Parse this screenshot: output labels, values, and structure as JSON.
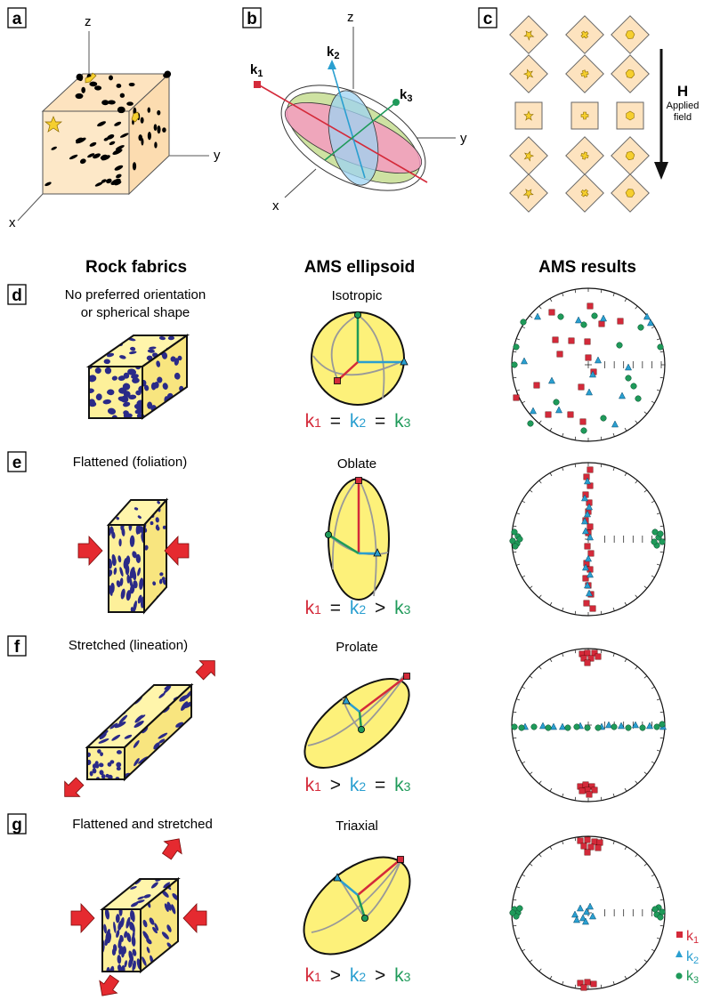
{
  "panels": {
    "a": {
      "letter": "a",
      "axes": {
        "x": "x",
        "y": "y",
        "z": "z"
      }
    },
    "b": {
      "letter": "b",
      "axes": {
        "x": "x",
        "y": "y",
        "z": "z"
      },
      "k1": "k",
      "k2": "k",
      "k3": "k",
      "sub1": "1",
      "sub2": "2",
      "sub3": "3"
    },
    "c": {
      "letter": "c",
      "field_symbol": "H",
      "field_line1": "Applied",
      "field_line2": "field"
    }
  },
  "columns": {
    "col1": "Rock fabrics",
    "col2": "AMS ellipsoid",
    "col3": "AMS results"
  },
  "rows": [
    {
      "letter": "d",
      "fabric_line1": "No preferred orientation",
      "fabric_line2": "or spherical shape",
      "ellipsoid": "Isotropic",
      "relation": [
        "=",
        "="
      ]
    },
    {
      "letter": "e",
      "fabric_line1": "Flattened (foliation)",
      "fabric_line2": "",
      "ellipsoid": "Oblate",
      "relation": [
        "=",
        ">"
      ]
    },
    {
      "letter": "f",
      "fabric_line1": "Stretched (lineation)",
      "fabric_line2": "",
      "ellipsoid": "Prolate",
      "relation": [
        ">",
        "="
      ]
    },
    {
      "letter": "g",
      "fabric_line1": "Flattened and stretched",
      "fabric_line2": "",
      "ellipsoid": "Triaxial",
      "relation": [
        ">",
        ">"
      ]
    }
  ],
  "k_symbols": {
    "k": "k",
    "s1": "1",
    "s2": "2",
    "s3": "3"
  },
  "legend": [
    {
      "symbol": "square",
      "label": "k",
      "sub": "1",
      "color": "#d42a3a"
    },
    {
      "symbol": "triangle",
      "label": "k",
      "sub": "2",
      "color": "#2a9fd0"
    },
    {
      "symbol": "circle",
      "label": "k",
      "sub": "3",
      "color": "#1f9a5a"
    }
  ],
  "colors": {
    "k1": "#d42a3a",
    "k2": "#2a9fd0",
    "k3": "#1f9a5a",
    "rock": "#fdf09a",
    "grain": "#2a2a88",
    "cube": "#fde3bf",
    "ellipsoid": "#fdf17a"
  }
}
